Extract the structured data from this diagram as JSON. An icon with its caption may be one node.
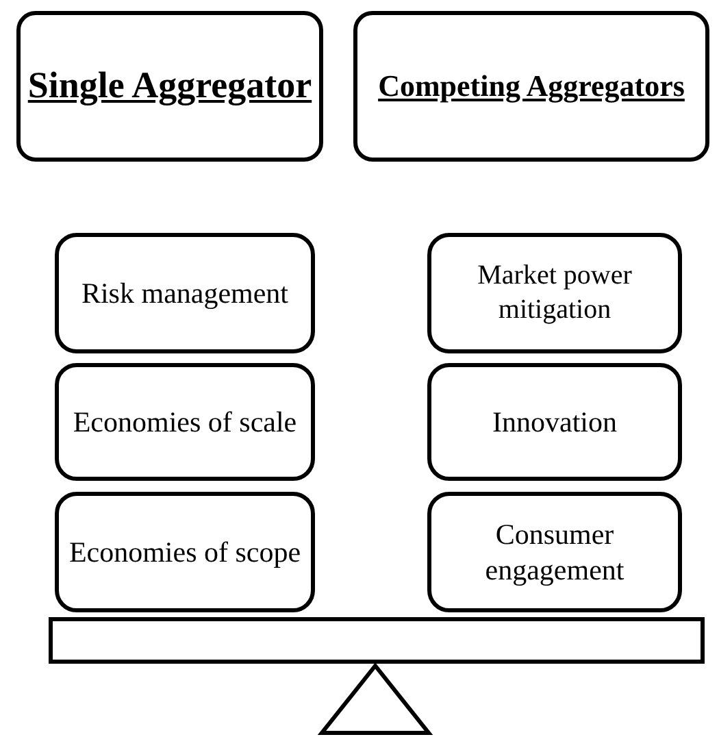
{
  "diagram": {
    "nodes": [
      {
        "text": [
          "Single Aggregator"
        ]
      },
      {
        "text": [
          "Competing Aggregators"
        ]
      },
      {
        "text": [
          "Risk management"
        ]
      },
      {
        "text": [
          "Economies of scale"
        ]
      },
      {
        "text": [
          "Economies of scope"
        ]
      },
      {
        "text": [
          "Market power mitigation"
        ]
      },
      {
        "text": [
          "Innovation"
        ]
      },
      {
        "text": [
          "Consumer engagement"
        ]
      }
    ]
  }
}
